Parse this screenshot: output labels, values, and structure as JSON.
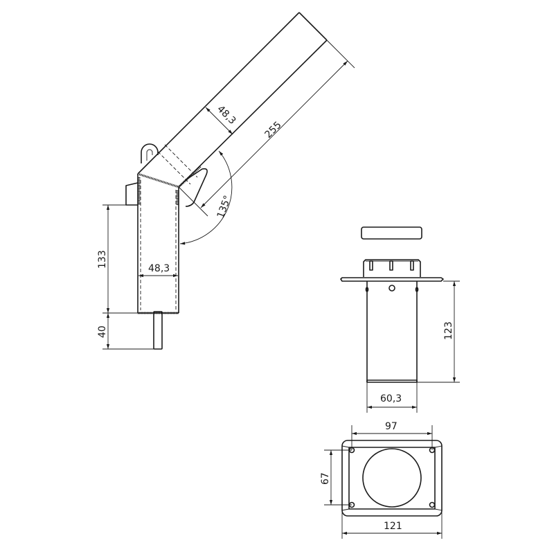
{
  "drawing": {
    "views": {
      "side_view": {
        "angled_tube_diameter": "48,3",
        "angled_tube_length": "255",
        "bend_angle": "135°",
        "vertical_tube_height": "133",
        "vertical_tube_diameter": "48,3",
        "pin_length": "40"
      },
      "sleeve_view": {
        "height": "123",
        "diameter": "60,3"
      },
      "flange_view": {
        "hole_spacing_x": "97",
        "hole_spacing_y": "67",
        "overall_width": "121"
      }
    },
    "colors": {
      "line": "#1a1a1a",
      "background": "#ffffff"
    }
  }
}
